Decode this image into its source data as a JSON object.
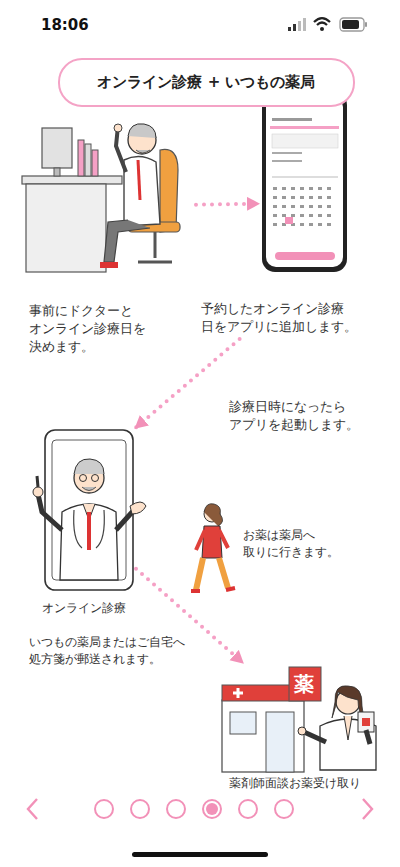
{
  "diagram": {
    "title": "オンライン診療 + いつもの薬局",
    "nodes": [
      {
        "text": [
          "事前にドクターと オンライン診療日を 決めます。"
        ]
      },
      {
        "text": [
          "予約したオンライン診療 日をアプリに追加します。"
        ]
      },
      {
        "text": [
          "オンライン診療"
        ]
      },
      {
        "text": [
          "薬",
          "薬剤師面談お薬受け取り"
        ]
      }
    ],
    "edges": [
      {
        "from": 0,
        "to": 1,
        "arrow": "to"
      },
      {
        "from": 1,
        "to": 2,
        "arrow": "to",
        "label": "診療日時になったら アプリを起動します。"
      },
      {
        "from": 2,
        "to": 3,
        "arrow": "to"
      }
    ],
    "labels": [
      "18:06",
      "お薬は薬局へ 取りに行きます。",
      "いつもの薬局またはご自宅へ 処方箋が郵送されます。"
    ]
  }
}
